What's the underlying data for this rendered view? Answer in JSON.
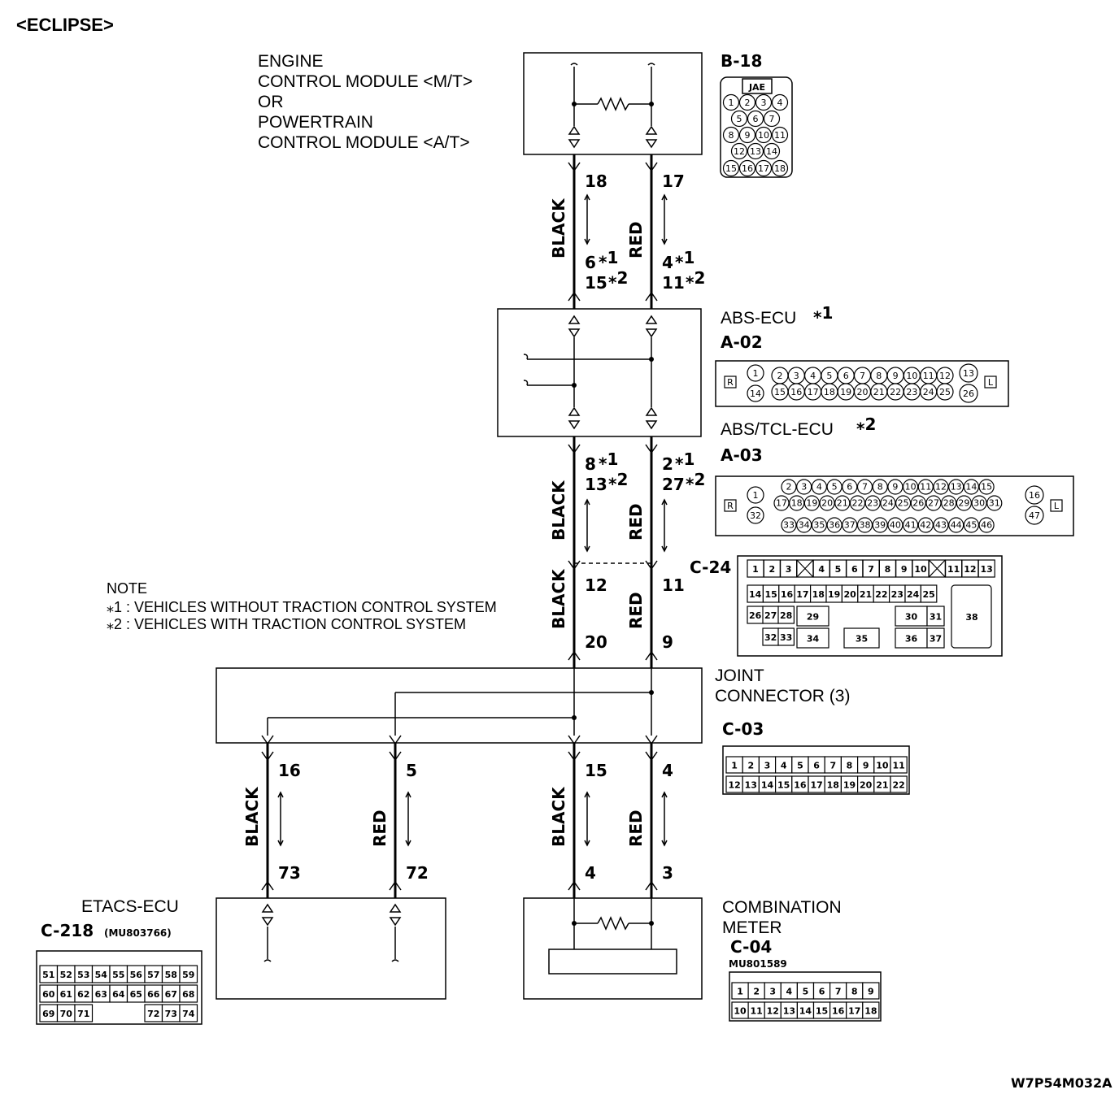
{
  "title": "<ECLIPSE>",
  "diagram_code": "W7P54M032A",
  "note": {
    "heading": "NOTE",
    "line1": "⁎1 : VEHICLES WITHOUT TRACTION CONTROL SYSTEM",
    "line2": "⁎2 : VEHICLES WITH TRACTION CONTROL SYSTEM"
  },
  "components": {
    "ecm": {
      "l1": "ENGINE",
      "l2": "CONTROL MODULE <M/T>",
      "l3": "OR",
      "l4": "POWERTRAIN",
      "l5": "CONTROL MODULE <A/T>",
      "conn": "B-18",
      "type": "JAE"
    },
    "abs": {
      "name": "ABS-ECU",
      "star": "⁎1",
      "conn": "A-02"
    },
    "tcl": {
      "name": "ABS/TCL-ECU",
      "star": "⁎2",
      "conn": "A-03"
    },
    "c24": {
      "conn": "C-24"
    },
    "joint": {
      "l1": "JOINT",
      "l2": "CONNECTOR (3)",
      "conn": "C-03"
    },
    "etacs": {
      "name": "ETACS-ECU",
      "conn": "C-218",
      "part": "(MU803766)"
    },
    "meter": {
      "l1": "COMBINATION",
      "l2": "METER",
      "conn": "C-04",
      "part": "MU801589"
    }
  },
  "wires": {
    "black": "BLACK",
    "red": "RED",
    "seg1": {
      "b_top": "18",
      "r_top": "17",
      "b_bot1": "6",
      "b_bot2": "15",
      "r_bot1": "4",
      "r_bot2": "11",
      "s1": "⁎1",
      "s2": "⁎2"
    },
    "seg2": {
      "b_top1": "8",
      "b_top2": "13",
      "r_top1": "2",
      "r_top2": "27",
      "s1": "⁎1",
      "s2": "⁎2"
    },
    "seg3": {
      "b_top": "12",
      "r_top": "11",
      "b_bot": "20",
      "r_bot": "9"
    },
    "seg4": {
      "b1_top": "16",
      "r1_top": "5",
      "b2_top": "15",
      "r2_top": "4",
      "b1_bot": "73",
      "r1_bot": "72",
      "b2_bot": "4",
      "r2_bot": "3"
    }
  },
  "pins": {
    "b18": [
      [
        "1",
        "2",
        "3",
        "4"
      ],
      [
        "5",
        "6",
        "7"
      ],
      [
        "8",
        "9",
        "10",
        "11"
      ],
      [
        "12",
        "13",
        "14"
      ],
      [
        "15",
        "16",
        "17",
        "18"
      ]
    ],
    "a02_top": [
      "2",
      "3",
      "4",
      "5",
      "6",
      "7",
      "8",
      "9",
      "10",
      "11",
      "12"
    ],
    "a02_bot": [
      "15",
      "16",
      "17",
      "18",
      "19",
      "20",
      "21",
      "22",
      "23",
      "24",
      "25"
    ],
    "a02_side": {
      "r": "R",
      "l": "L",
      "p1": "1",
      "p14": "14",
      "p13": "13",
      "p26": "26"
    },
    "a03_r1": [
      "2",
      "3",
      "4",
      "5",
      "6",
      "7",
      "8",
      "9",
      "10",
      "11",
      "12",
      "13",
      "14",
      "15"
    ],
    "a03_r2": [
      "17",
      "18",
      "19",
      "20",
      "21",
      "22",
      "23",
      "24",
      "25",
      "26",
      "27",
      "28",
      "29",
      "30",
      "31"
    ],
    "a03_r3": [
      "33",
      "34",
      "35",
      "36",
      "37",
      "38",
      "39",
      "40",
      "41",
      "42",
      "43",
      "44",
      "45",
      "46"
    ],
    "a03_side": {
      "r": "R",
      "l": "L",
      "p1": "1",
      "p32": "32",
      "p16": "16",
      "p47": "47"
    },
    "c24_r1": [
      "1",
      "2",
      "3",
      "",
      "4",
      "5",
      "6",
      "7",
      "8",
      "9",
      "10",
      "",
      "11",
      "12",
      "13"
    ],
    "c24_r2": [
      "14",
      "15",
      "16",
      "17",
      "18",
      "19",
      "20",
      "21",
      "22",
      "23",
      "24",
      "25"
    ],
    "c24_misc": [
      "26",
      "27",
      "28",
      "29",
      "30",
      "31",
      "32",
      "33",
      "34",
      "35",
      "36",
      "37",
      "38"
    ],
    "c03_r1": [
      "1",
      "2",
      "3",
      "4",
      "5",
      "6",
      "7",
      "8",
      "9",
      "10",
      "11"
    ],
    "c03_r2": [
      "12",
      "13",
      "14",
      "15",
      "16",
      "17",
      "18",
      "19",
      "20",
      "21",
      "22"
    ],
    "c218_r1": [
      "51",
      "52",
      "53",
      "54",
      "55",
      "56",
      "57",
      "58",
      "59"
    ],
    "c218_r2": [
      "60",
      "61",
      "62",
      "63",
      "64",
      "65",
      "66",
      "67",
      "68"
    ],
    "c218_r3": [
      "69",
      "70",
      "71",
      "",
      "",
      "",
      "72",
      "73",
      "74"
    ],
    "c04_r1": [
      "1",
      "2",
      "3",
      "4",
      "5",
      "6",
      "7",
      "8",
      "9"
    ],
    "c04_r2": [
      "10",
      "11",
      "12",
      "13",
      "14",
      "15",
      "16",
      "17",
      "18"
    ]
  }
}
